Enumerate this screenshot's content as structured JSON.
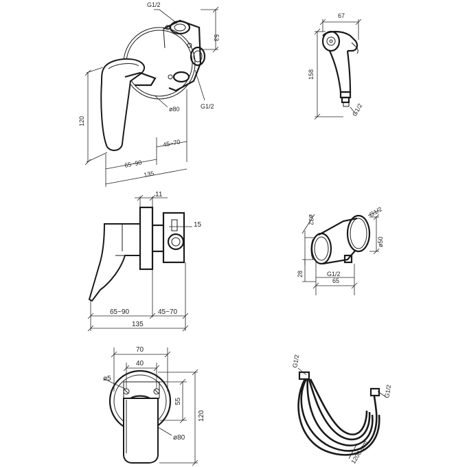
{
  "view_iso": {
    "labels": {
      "thread_top": "G1/2",
      "height_top": "53",
      "height": "120",
      "dia": "ø80",
      "thread_side": "G1/2",
      "depth_a": "65~90",
      "depth_b": "45~70",
      "total": "135"
    }
  },
  "view_side": {
    "labels": {
      "flange": "11",
      "outlet": "15",
      "depth_a": "65~90",
      "depth_b": "45~70",
      "total": "135"
    }
  },
  "view_front": {
    "labels": {
      "width_outer": "70",
      "width_inner": "40",
      "hole": "ø5",
      "height_inner": "55",
      "height": "120",
      "dia": "ø80"
    }
  },
  "shower_head": {
    "labels": {
      "width": "67",
      "length": "158",
      "thread": "G1/2"
    }
  },
  "wall_outlet": {
    "labels": {
      "dia_small": "ø32",
      "thread_top": "G1/2",
      "dia": "ø50",
      "height": "28",
      "thread_bottom": "G1/2",
      "depth": "65"
    }
  },
  "hose": {
    "labels": {
      "thread_left": "G1/2",
      "thread_right": "G1/2",
      "length": "1200 mm"
    }
  }
}
